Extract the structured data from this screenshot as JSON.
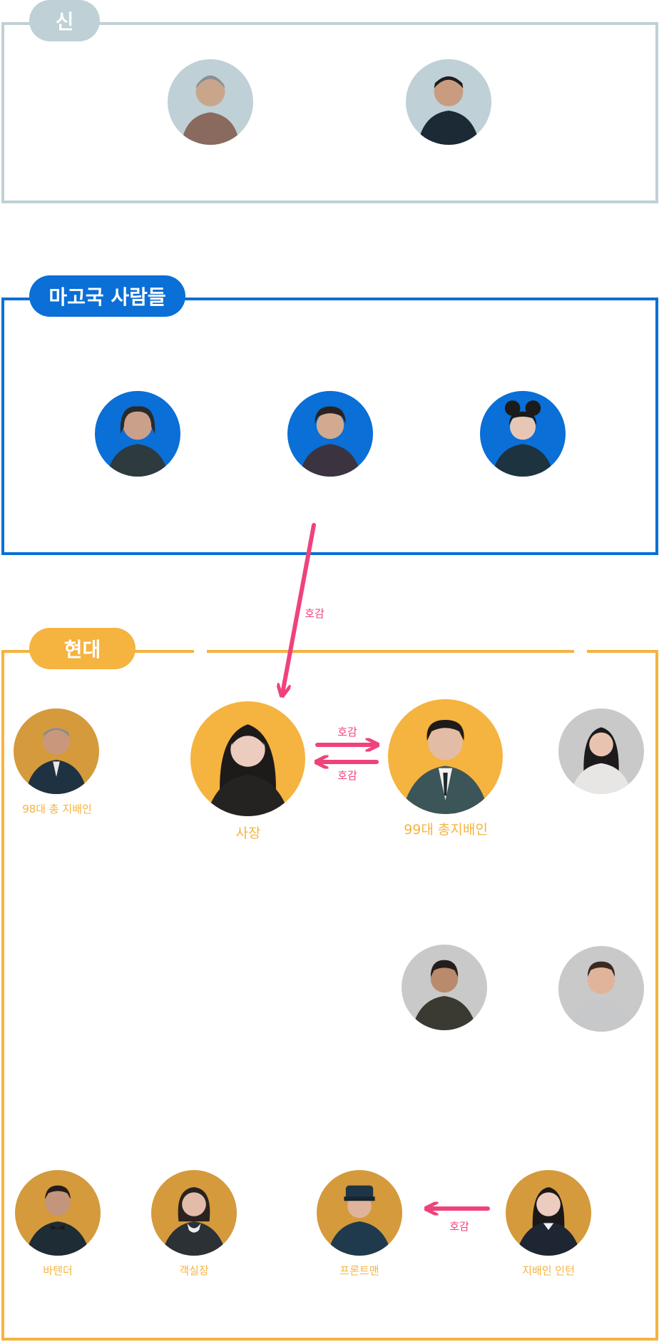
{
  "colors": {
    "god": "#bfd0d6",
    "magok": "#0a6fd6",
    "modern": "#f5b33f",
    "relation": "#f0427a",
    "neutral": "#c9c9c9"
  },
  "sections": {
    "god": {
      "title": "신"
    },
    "magok": {
      "title": "마고국 사람들"
    },
    "modern": {
      "title": "현대"
    }
  },
  "characters": {
    "god_1": {
      "label": ""
    },
    "god_2": {
      "label": ""
    },
    "magok_1": {
      "label": ""
    },
    "magok_2": {
      "label": ""
    },
    "magok_3": {
      "label": ""
    },
    "ceo": {
      "label": "사장"
    },
    "gm99": {
      "label": "99대 총지배인"
    },
    "gm98": {
      "label": "98대 총 지배인"
    },
    "neutral_1": {
      "label": ""
    },
    "neutral_2": {
      "label": ""
    },
    "neutral_3": {
      "label": ""
    },
    "bartender": {
      "label": "바텐더"
    },
    "housekeeper": {
      "label": "객실장"
    },
    "frontman": {
      "label": "프론트맨"
    },
    "intern": {
      "label": "지배인 인턴"
    }
  },
  "relations": {
    "magok_to_ceo": "호감",
    "ceo_to_gm": "호감",
    "gm_to_ceo": "호감",
    "intern_to_frontman": "호감"
  }
}
